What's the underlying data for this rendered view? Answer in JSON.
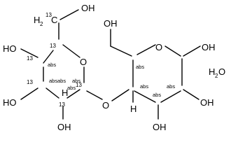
{
  "molecule": {
    "labels": {
      "oh_c6_left": "OH",
      "h2_c6": "H",
      "h2_c6_sub": "2",
      "c6_isotope": "13",
      "c6_letter": "C",
      "oh_c4_left": "HO",
      "c4_isotope": "13",
      "c5_isotope": "13",
      "c3_isotope": "13",
      "oh_c3_left": "HO",
      "c1_isotope": "13",
      "c2_isotope": "13",
      "oh_c2_left": "OH",
      "ring_o_left": "O",
      "link_o": "O",
      "oh_c6_right": "OH",
      "ring_o_right": "O",
      "oh_c1_right": "OH",
      "oh_c2_right": "OH",
      "oh_c3_right": "OH",
      "water": "H",
      "water_sub": "2",
      "water_o": "O",
      "stereo_abs": "abs",
      "h_letter": "H"
    }
  }
}
